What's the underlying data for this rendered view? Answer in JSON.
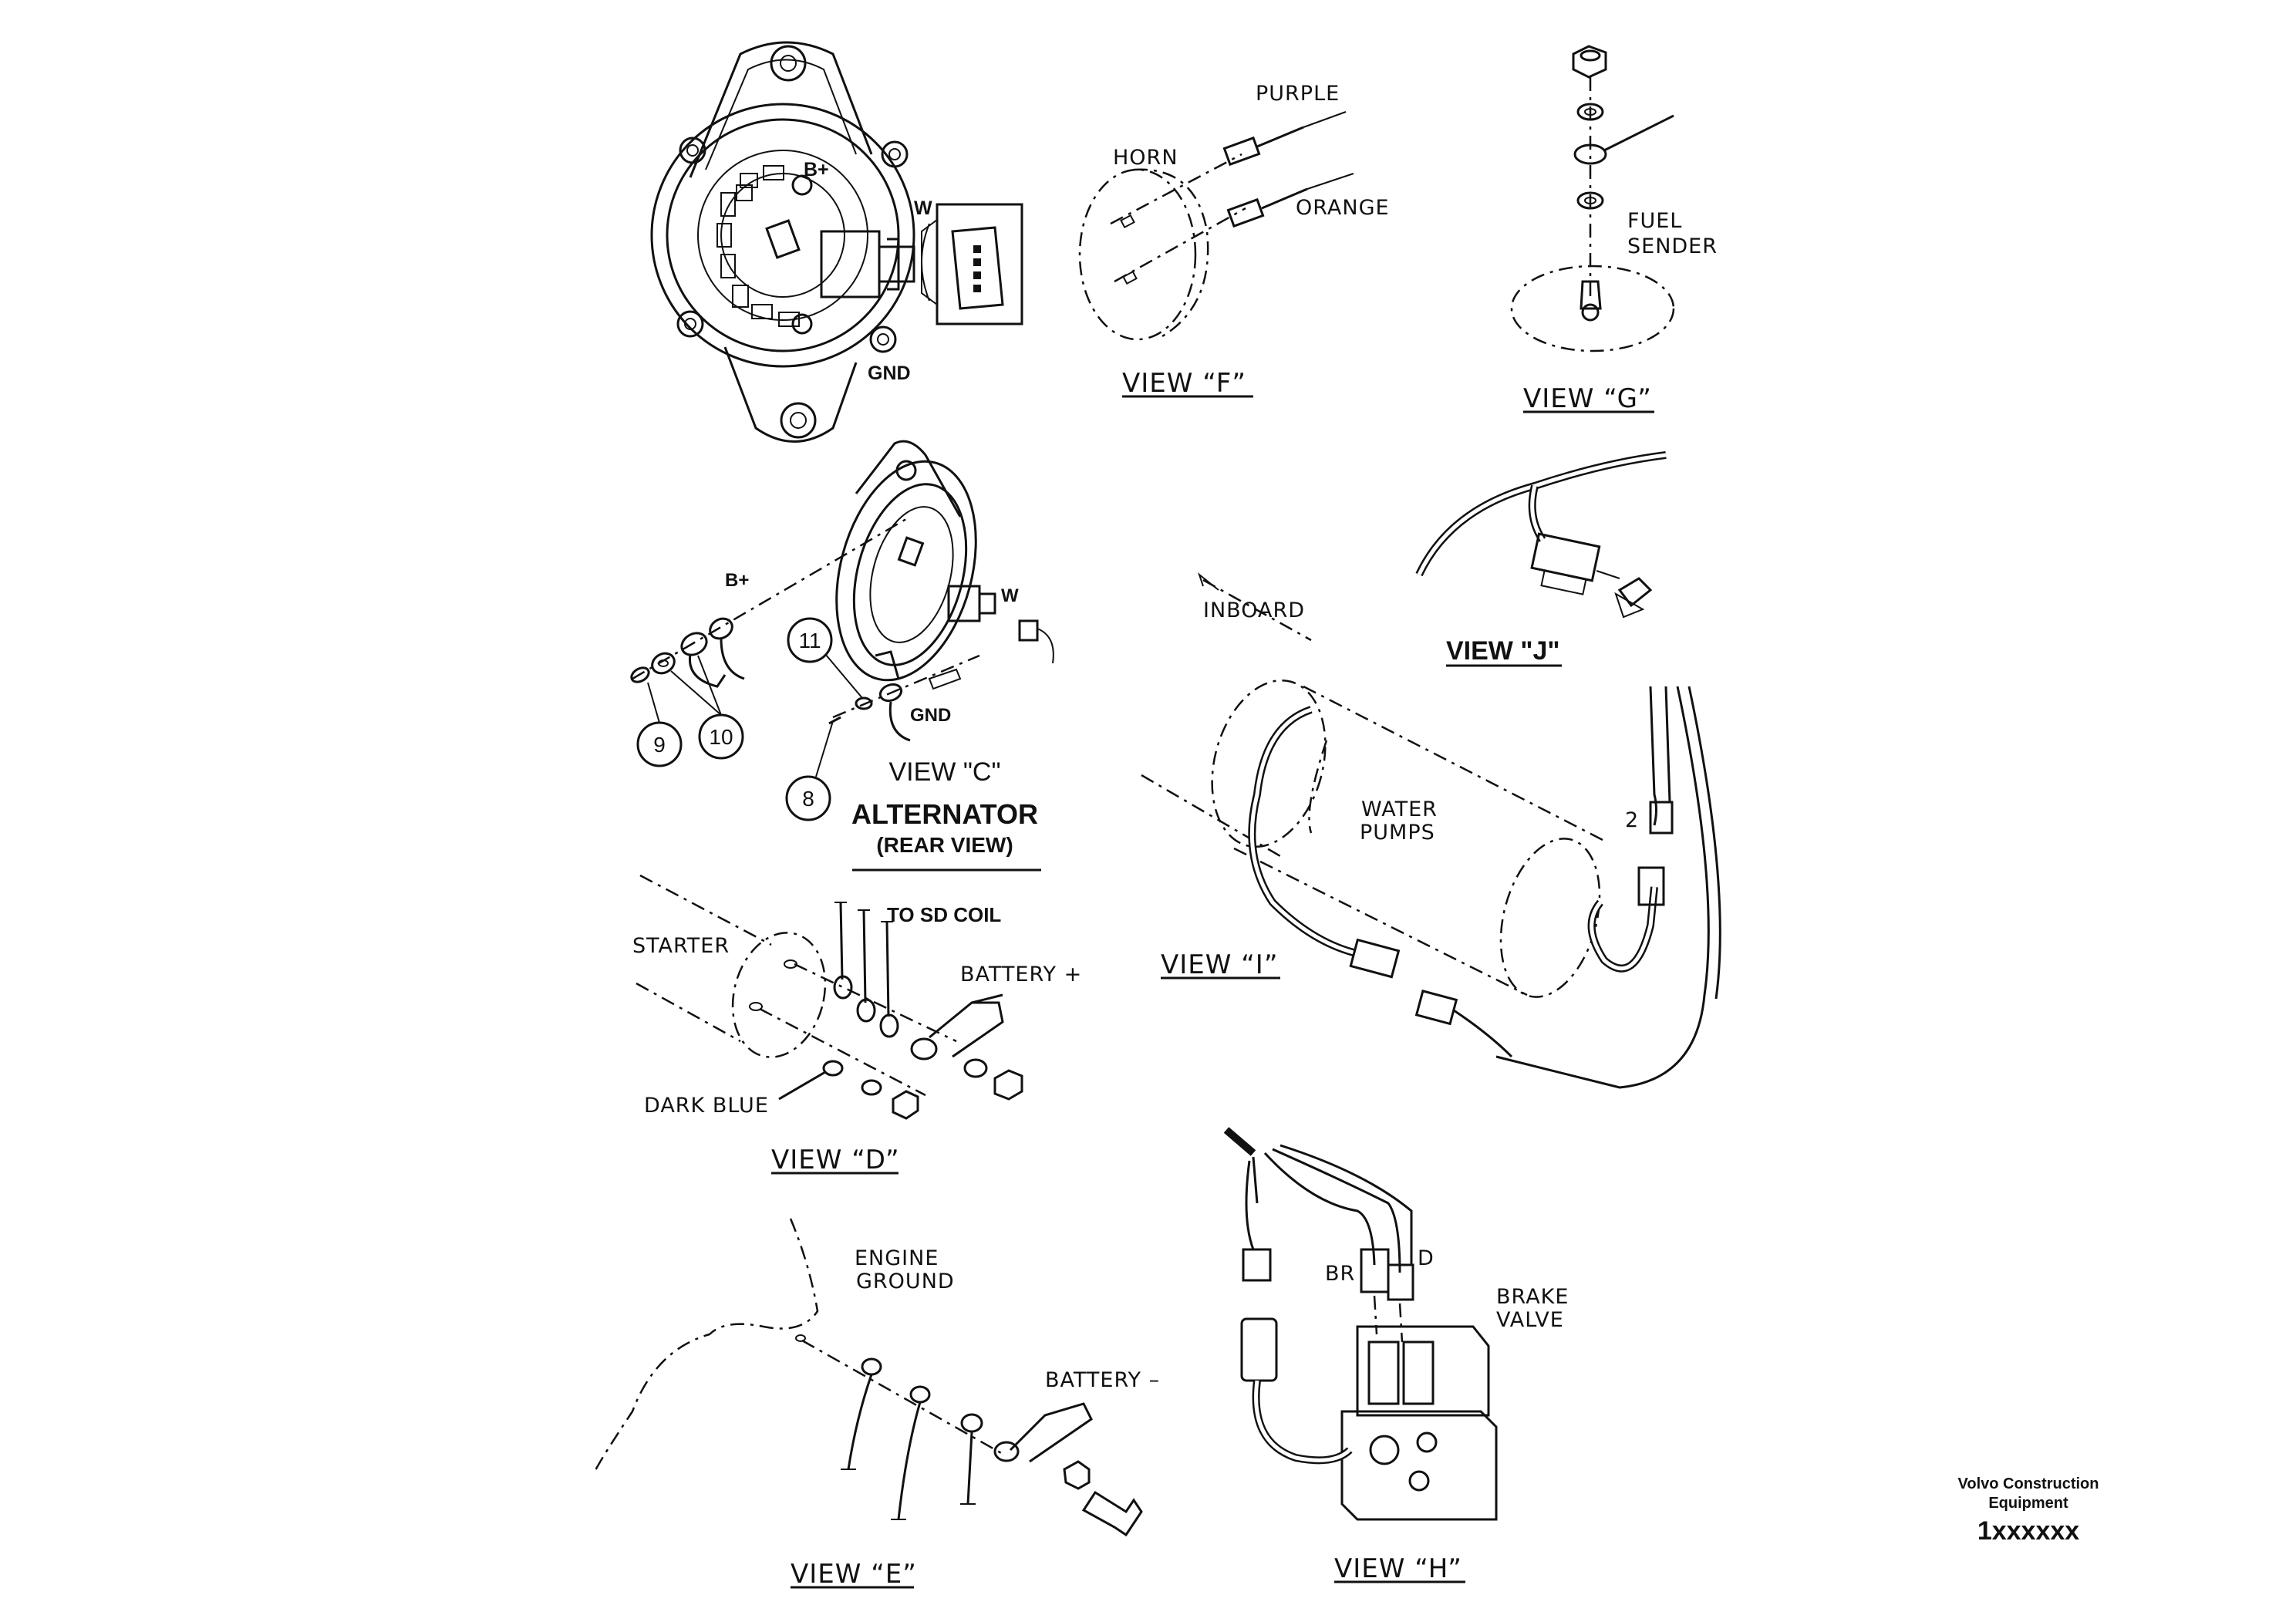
{
  "alternator_front": {
    "b_plus": "B+",
    "w": "W",
    "gnd": "GND"
  },
  "view_f": {
    "horn": "HORN",
    "purple": "PURPLE",
    "orange": "ORANGE",
    "title": "VIEW “F”"
  },
  "view_g": {
    "fuel_sender": [
      "FUEL",
      "SENDER"
    ],
    "title": "VIEW “G”"
  },
  "view_c": {
    "b_plus": "B+",
    "w": "W",
    "gnd": "GND",
    "callouts": [
      "8",
      "9",
      "10",
      "11"
    ],
    "title": "VIEW \"C\"",
    "caption": "ALTERNATOR",
    "subcaption": "(REAR VIEW)"
  },
  "view_j": {
    "title": "VIEW \"J\""
  },
  "view_i": {
    "inboard": "INBOARD",
    "water_pumps": [
      "WATER",
      "PUMPS"
    ],
    "connector_label": "2",
    "title": "VIEW “I”"
  },
  "view_d": {
    "starter": "STARTER",
    "to_sd_coil": "TO SD COIL",
    "battery_plus": "BATTERY +",
    "dark_blue": "DARK BLUE",
    "title": "VIEW “D”"
  },
  "view_e": {
    "engine_ground": [
      "ENGINE",
      "GROUND"
    ],
    "battery_minus": "BATTERY –",
    "title": "VIEW “E”"
  },
  "view_h": {
    "br": "BR",
    "d": "D",
    "brake_valve": [
      "BRAKE",
      "VALVE"
    ],
    "title": "VIEW “H”"
  },
  "footer": {
    "company_line1": "Volvo Construction",
    "company_line2": "Equipment",
    "part_number": "1xxxxxx"
  }
}
